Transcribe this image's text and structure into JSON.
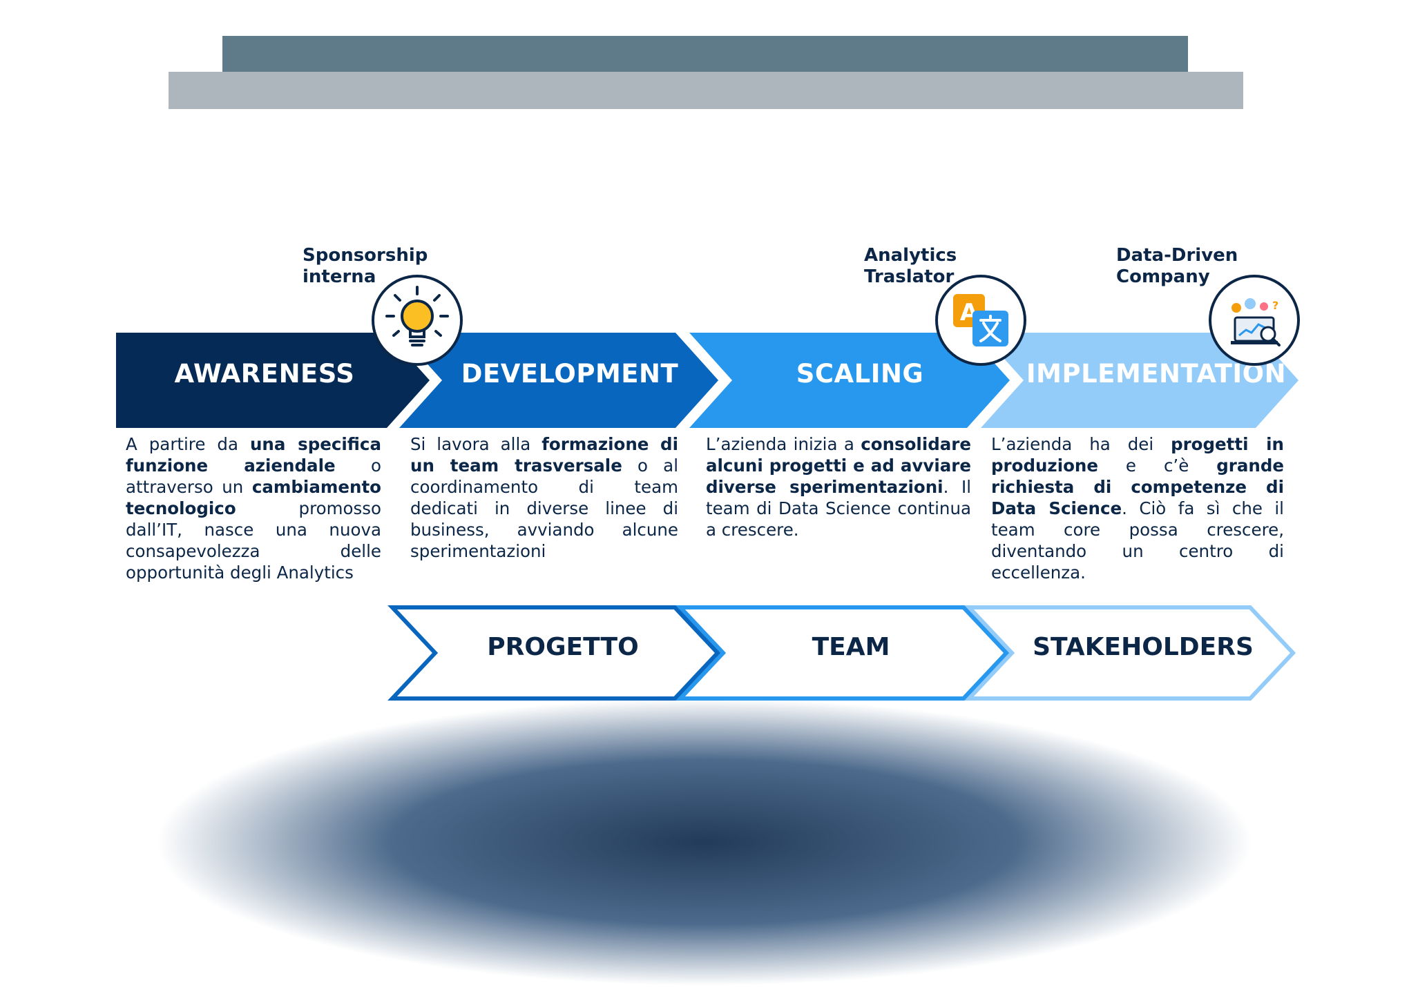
{
  "colors": {
    "awareness": "#042a55",
    "development": "#0866bf",
    "scaling": "#2898ef",
    "implementation": "#93cbf9",
    "dark_text": "#0b2646"
  },
  "stages": [
    {
      "title": "AWARENESS"
    },
    {
      "title": "DEVELOPMENT"
    },
    {
      "title": "SCALING"
    },
    {
      "title": "IMPLEMENTATION"
    }
  ],
  "milestones": [
    {
      "line1": "Sponsorship",
      "line2": "interna",
      "icon": "lightbulb-icon"
    },
    {
      "line1": "Analytics",
      "line2": "Traslator",
      "icon": "translate-icon"
    },
    {
      "line1": "Data-Driven",
      "line2": "Company",
      "icon": "data-analysis-icon"
    }
  ],
  "descriptions": [
    {
      "t1": "A partire da ",
      "b1": "una specifica funzione aziendale",
      "t2": " o attraverso un ",
      "b2": "cambiamento tecnologico",
      "t3": " promosso dall’IT, nasce una nuova consapevolezza delle opportunità degli Analytics"
    },
    {
      "t1": "Si lavora alla ",
      "b1": "formazione di un team trasversale",
      "t2": " o al coordinamento di team dedicati in diverse linee di business, avviando alcune sperimentazioni"
    },
    {
      "t1": "L’azienda inizia a ",
      "b1": "consolidare alcuni progetti e ad avviare diverse sperimentazioni",
      "t2": ". Il team di Data Science continua a crescere."
    },
    {
      "t1": "L’azienda ha dei ",
      "b1": "progetti in produzione",
      "t2": " e c’è ",
      "b2": "grande richiesta di competenze di Data Science",
      "t3": ". Ciò fa sì che il team core possa crescere, diventando un centro di eccellenza."
    }
  ],
  "lower_flow": [
    {
      "title": "PROGETTO"
    },
    {
      "title": "TEAM"
    },
    {
      "title": "STAKEHOLDERS"
    }
  ]
}
